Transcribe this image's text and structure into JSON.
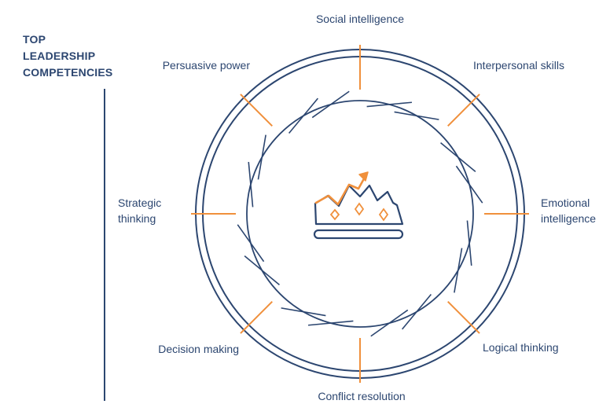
{
  "title": {
    "lines": [
      "TOP",
      "LEADERSHIP",
      "COMPETENCIES"
    ]
  },
  "competencies": {
    "social_intelligence": "Social intelligence",
    "interpersonal_skills": "Interpersonal skills",
    "emotional_intelligence_1": "Emotional",
    "emotional_intelligence_2": "intelligence",
    "logical_thinking": "Logical thinking",
    "conflict_resolution": "Conflict resolution",
    "decision_making": "Decision making",
    "strategic_thinking_1": "Strategic",
    "strategic_thinking_2": "thinking",
    "persuasive_power": "Persuasive power"
  },
  "colors": {
    "navy": "#2c4670",
    "accent": "#f0903c"
  },
  "center_icon": "crown-with-growth-arrow-icon"
}
